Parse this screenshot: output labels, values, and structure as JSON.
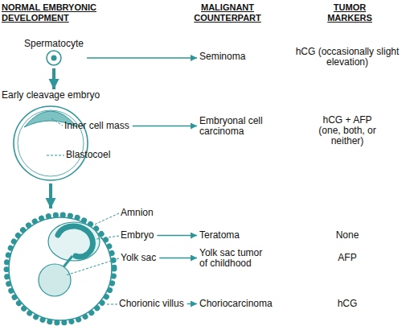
{
  "diagram": {
    "nodes": [
      {
        "text": [
          "Spermatocyte"
        ]
      },
      {
        "text": [
          "Seminoma"
        ]
      },
      {
        "text": [
          "Early cleavage embryo"
        ]
      },
      {
        "text": [
          "Inner cell mass"
        ]
      },
      {
        "text": [
          "Embryonal cell carcinoma"
        ]
      },
      {
        "text": [
          "Blastocoel"
        ]
      },
      {
        "text": [
          "Amnion"
        ]
      },
      {
        "text": [
          "Embryo"
        ]
      },
      {
        "text": [
          "Teratoma"
        ]
      },
      {
        "text": [
          "Yolk sac"
        ]
      },
      {
        "text": [
          "Yolk sac tumor of childhood"
        ]
      },
      {
        "text": [
          "Chorionic villus"
        ]
      },
      {
        "text": [
          "Choriocarcinoma"
        ]
      }
    ],
    "edges": [
      {
        "from": 0,
        "to": 1,
        "arrow": "to"
      },
      {
        "from": 0,
        "to": 2,
        "arrow": "to"
      },
      {
        "from": 3,
        "to": 4,
        "arrow": "to"
      },
      {
        "from": 7,
        "to": 8,
        "arrow": "to"
      },
      {
        "from": 9,
        "to": 10,
        "arrow": "to"
      },
      {
        "from": 11,
        "to": 12,
        "arrow": "to"
      }
    ],
    "labels": [
      "NORMAL EMBRYONIC DEVELOPMENT",
      "MALIGNANT COUNTERPART",
      "TUMOR MARKERS",
      "hCG (occasionally slight elevation)",
      "hCG + AFP (one, both, or neither)",
      "None",
      "AFP",
      "hCG"
    ]
  }
}
